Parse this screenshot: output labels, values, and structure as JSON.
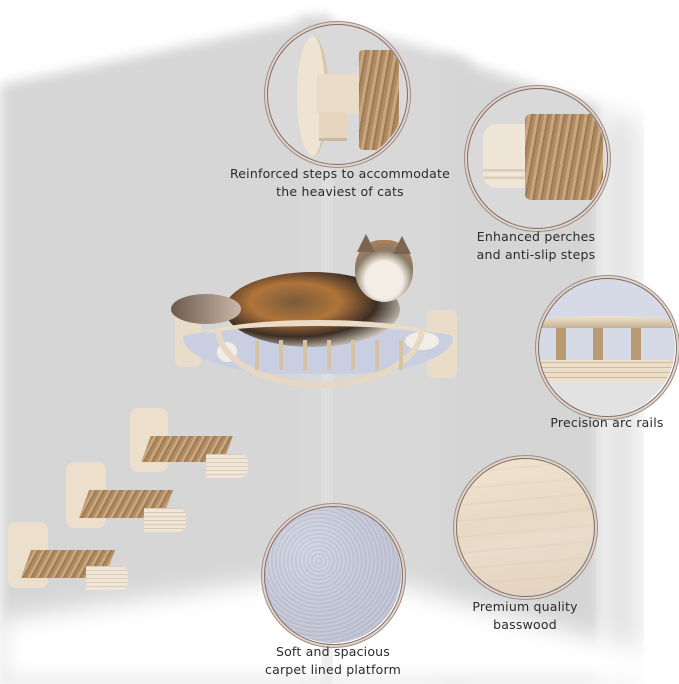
{
  "image": {
    "description": "Product feature infographic for a wall-mounted cat shelf set",
    "background_colors": {
      "wall": "#d6d6d6",
      "highlight": "#ffffff",
      "ring": "#a98878",
      "text": "#2b2b2b"
    }
  },
  "hero": {
    "subject": "calico cat lying on curved wall-mounted bed with arc rails",
    "icon": "cat-bed-icon"
  },
  "steps": {
    "count": 3,
    "icon": "rope-step-icon"
  },
  "features": [
    {
      "id": "reinforced-steps",
      "icon": "bracket-detail-icon",
      "caption_lines": [
        "Reinforced steps to accommodate",
        "the heaviest of cats"
      ]
    },
    {
      "id": "enhanced-perches",
      "icon": "rope-perch-icon",
      "caption_lines": [
        "Enhanced perches",
        "and anti-slip steps"
      ]
    },
    {
      "id": "precision-rails",
      "icon": "arc-rail-icon",
      "caption_lines": [
        "Precision arc rails"
      ]
    },
    {
      "id": "basswood",
      "icon": "wood-texture-icon",
      "caption_lines": [
        "Premium quality",
        "basswood"
      ]
    },
    {
      "id": "carpet-platform",
      "icon": "felt-texture-icon",
      "caption_lines": [
        "Soft and spacious",
        "carpet lined platform"
      ]
    }
  ]
}
